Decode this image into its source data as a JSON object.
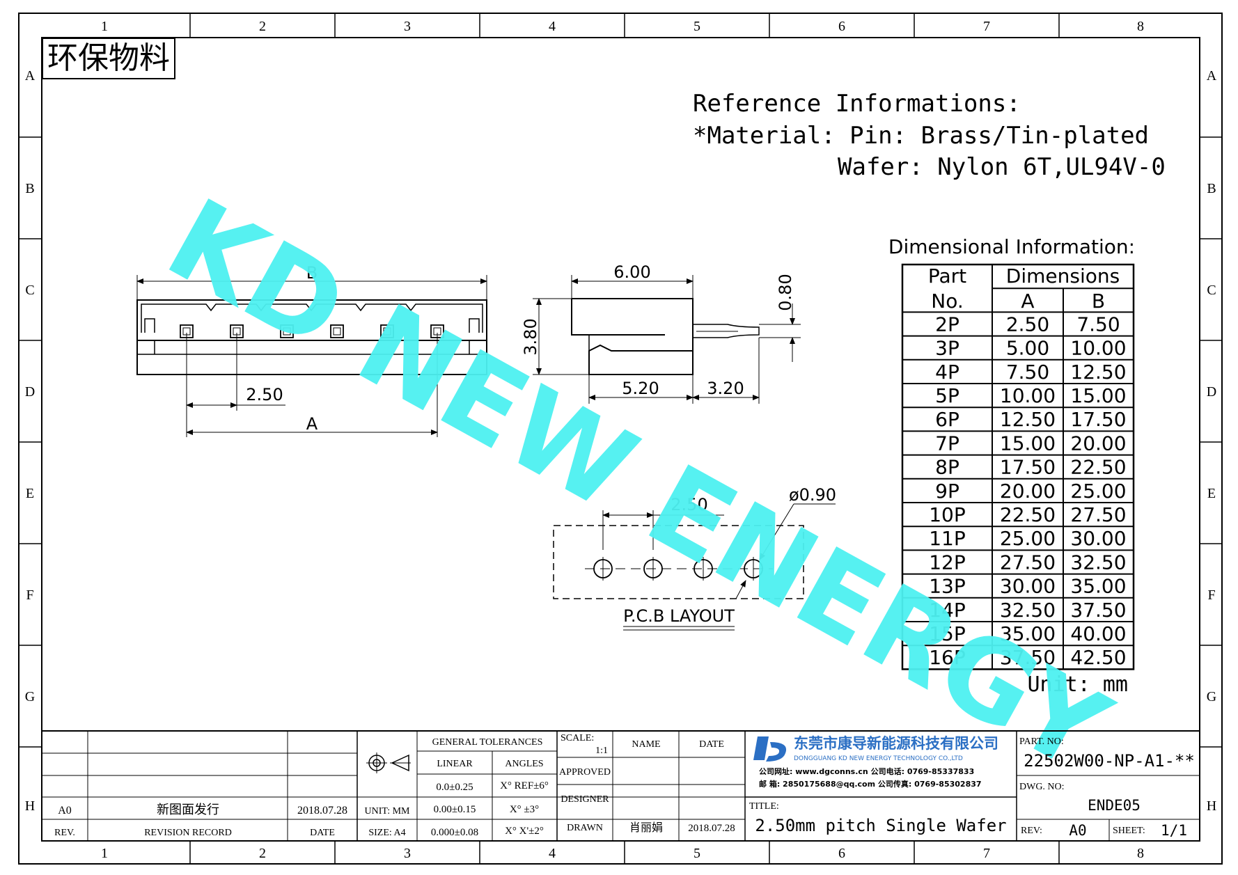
{
  "frame": {
    "col_labels": [
      "1",
      "2",
      "3",
      "4",
      "5",
      "6",
      "7",
      "8"
    ],
    "row_labels": [
      "A",
      "B",
      "C",
      "D",
      "E",
      "F",
      "G",
      "H"
    ]
  },
  "stamp": "环保物料",
  "watermark": "KD NEW ENERGY",
  "reference": {
    "title": "Reference Informations:",
    "material_line": "*Material: Pin: Brass/Tin-plated",
    "wafer_line": "Wafer: Nylon 6T,UL94V-0"
  },
  "front_view": {
    "dim_b": "B",
    "dim_pitch": "2.50",
    "dim_a": "A"
  },
  "side_view": {
    "dim_width": "6.00",
    "dim_pin": "0.80",
    "dim_height": "3.80",
    "dim_base": "5.20",
    "dim_tail": "3.20"
  },
  "pcb": {
    "dim_pitch": "2.50",
    "dim_hole": "ø0.90",
    "label": "P.C.B  LAYOUT"
  },
  "dimension_table": {
    "title": "Dimensional Information:",
    "header_part": "Part",
    "header_no": "No.",
    "header_dims": "Dimensions",
    "header_a": "A",
    "header_b": "B",
    "rows": [
      [
        "2P",
        "2.50",
        "7.50"
      ],
      [
        "3P",
        "5.00",
        "10.00"
      ],
      [
        "4P",
        "7.50",
        "12.50"
      ],
      [
        "5P",
        "10.00",
        "15.00"
      ],
      [
        "6P",
        "12.50",
        "17.50"
      ],
      [
        "7P",
        "15.00",
        "20.00"
      ],
      [
        "8P",
        "17.50",
        "22.50"
      ],
      [
        "9P",
        "20.00",
        "25.00"
      ],
      [
        "10P",
        "22.50",
        "27.50"
      ],
      [
        "11P",
        "25.00",
        "30.00"
      ],
      [
        "12P",
        "27.50",
        "32.50"
      ],
      [
        "13P",
        "30.00",
        "35.00"
      ],
      [
        "14P",
        "32.50",
        "37.50"
      ],
      [
        "15P",
        "35.00",
        "40.00"
      ],
      [
        "16P",
        "37.50",
        "42.50"
      ]
    ],
    "unit": "Unit: mm"
  },
  "title_block": {
    "rev_code": "A0",
    "rev_record_text": "新图面发行",
    "rev_date": "2018.07.28",
    "hdr_rev": "REV.",
    "hdr_revision_record": "REVISION RECORD",
    "hdr_date": "DATE",
    "unit_label": "UNIT: MM",
    "size_label": "SIZE: A4",
    "general_tolerances": "GENERAL TOLERANCES",
    "linear": "LINEAR",
    "angles": "ANGLES",
    "tol_linear_1": "0.0±0.25",
    "tol_linear_2": "0.00±0.15",
    "tol_linear_3": "0.000±0.08",
    "tol_angle_1": "X° REF±6°",
    "tol_angle_2": "X° ±3°",
    "tol_angle_3": "X° X'±2°",
    "scale_label": "SCALE:",
    "scale_value": "1:1",
    "name_label": "NAME",
    "date_label": "DATE",
    "approved": "APPROVED",
    "designer": "DESIGNER",
    "drawn": "DRAWN",
    "drawn_name": "肖丽娟",
    "drawn_date": "2018.07.28",
    "company_cn": "东莞市康导新能源科技有限公司",
    "company_en": "DONGGUANG KD NEW ENERGY TECHNOLOGY CO.,LTD",
    "company_line1": "公司网址: www.dgconns.cn   公司电话: 0769-85337833",
    "company_line2": "邮    箱: 2850175688@qq.com   公司传真: 0769-85302837",
    "title_label": "TITLE:",
    "title_value": "2.50mm pitch Single Wafer",
    "part_no_label": "PART. NO:",
    "part_no_value": "22502W00-NP-A1-**",
    "dwg_no_label": "DWG. NO:",
    "dwg_no_value": "ENDE05",
    "rev_label": "REV:",
    "rev_value": "A0",
    "sheet_label": "SHEET:",
    "sheet_value": "1/1"
  },
  "colors": {
    "watermark": "#4df0f0",
    "logo": "#2b6fc4"
  }
}
